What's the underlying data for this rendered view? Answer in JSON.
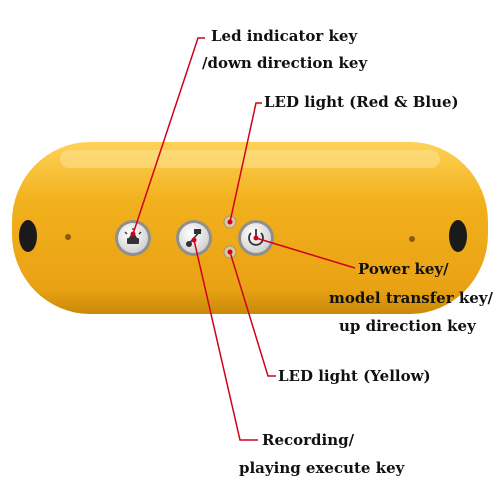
{
  "colors": {
    "body": "#f2b01c",
    "body_dark": "#c98a0a",
    "body_light": "#ffd257",
    "button_face": "#e9e9e9",
    "button_ring": "#9a9a9a",
    "leader_line": "#d0021b",
    "led_red_blue": "#d8c7a0",
    "led_yellow": "#d8c7a0",
    "speaker": "#1a1a1a"
  },
  "labels": {
    "led_indicator_line1": "Led indicator key",
    "led_indicator_line2": "/down direction key",
    "led_red_blue": "LED light (Red & Blue)",
    "power_line1": "Power key/",
    "power_line2": "model transfer key/",
    "power_line3": "up direction key",
    "led_yellow": "LED light (Yellow)",
    "record_line1": "Recording/",
    "record_line2": "playing execute key"
  },
  "icons": {
    "led_indicator_key": "siren-icon",
    "record_play_key": "record-play-icon",
    "power_key": "power-icon"
  }
}
